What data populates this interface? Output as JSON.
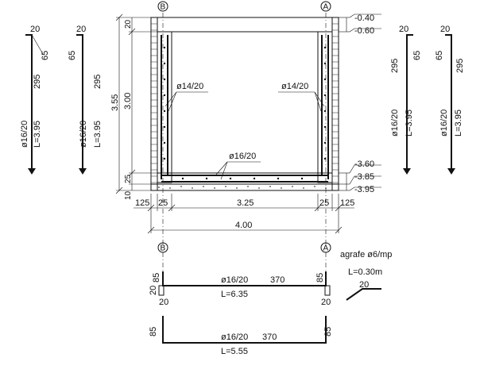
{
  "axes": {
    "left": "B",
    "right": "A"
  },
  "elevations": [
    "-0.40",
    "-0.60",
    "-3.60",
    "-3.85",
    "-3.95"
  ],
  "dims": {
    "left_outer": "3.55",
    "left_inner": "3.00",
    "top_slab": "20",
    "bottom_slab": "25",
    "blinding": "10",
    "bottom": [
      "125",
      "25",
      "3.25",
      "25",
      "125"
    ],
    "total": "4.00"
  },
  "bar_labels": {
    "wall_left": "ø14/20",
    "wall_right": "ø14/20",
    "floor": "ø16/20"
  },
  "vertical_bars": {
    "left": [
      {
        "hook_len": "20",
        "vert": "65",
        "main": "295",
        "spec": "ø16/20",
        "length": "L=3.95"
      },
      {
        "hook_len": "20",
        "vert": "65",
        "main": "295",
        "spec": "ø16/20",
        "length": "L=3.95"
      }
    ],
    "right": [
      {
        "hook_len": "20",
        "vert": "65",
        "main": "295",
        "spec": "ø16/20",
        "length": "L=3.95"
      },
      {
        "hook_len": "20",
        "vert": "65",
        "main": "295",
        "spec": "ø16/20",
        "length": "L=3.95"
      }
    ]
  },
  "stirrups": {
    "label": "agrafe ø6/mp",
    "length": "L=0.30m",
    "dim": "20"
  },
  "bottom_bar_1": {
    "spec": "ø16/20",
    "len": "370",
    "length": "L=6.35",
    "left_up": "85",
    "right_up": "85",
    "left_hook": "20",
    "left_hook2": "20",
    "right_hook": "20"
  },
  "bottom_bar_2": {
    "spec": "ø16/20",
    "len": "370",
    "length": "L=5.55",
    "left_down": "85",
    "right_down": "85"
  }
}
